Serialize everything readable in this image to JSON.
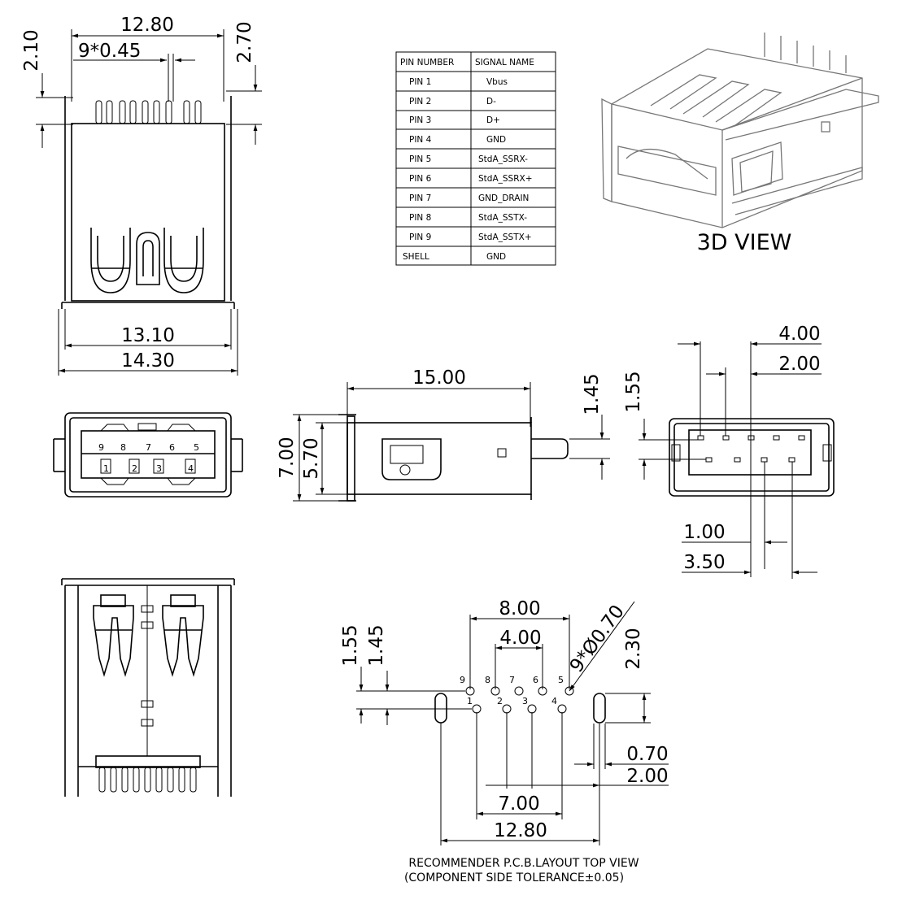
{
  "pin_table": {
    "headers": [
      "PIN NUMBER",
      "SIGNAL NAME"
    ],
    "rows": [
      [
        "PIN 1",
        "Vbus"
      ],
      [
        "PIN 2",
        "D-"
      ],
      [
        "PIN 3",
        "D+"
      ],
      [
        "PIN 4",
        "GND"
      ],
      [
        "PIN 5",
        "StdA_SSRX-"
      ],
      [
        "PIN 6",
        "StdA_SSRX+"
      ],
      [
        "PIN 7",
        "GND_DRAIN"
      ],
      [
        "PIN 8",
        "StdA_SSTX-"
      ],
      [
        "PIN 9",
        "StdA_SSTX+"
      ],
      [
        "SHELL",
        "GND"
      ]
    ]
  },
  "view_3d_label": "3D VIEW",
  "top_view": {
    "dim_width": "12.80",
    "dim_pitch": "9*0.45",
    "dim_left_height": "2.10",
    "dim_right_height": "2.70",
    "dim_inner_width": "13.10",
    "dim_outer_width": "14.30"
  },
  "front_view": {
    "pins_top": [
      "9",
      "8",
      "7",
      "6",
      "5"
    ],
    "pins_bottom": [
      "1",
      "2",
      "3",
      "4"
    ]
  },
  "side_view": {
    "dim_length": "15.00",
    "dim_height": "7.00",
    "dim_inner_height": "5.70",
    "dim_pin": "1.45"
  },
  "rear_view": {
    "dim_a": "4.00",
    "dim_b": "2.00",
    "dim_c": "1.55",
    "dim_d": "1.00",
    "dim_e": "3.50"
  },
  "pcb_layout": {
    "dim_top": "8.00",
    "dim_inner": "4.00",
    "dim_hole": "9*Ø0.70",
    "dim_row_offset": "2.30",
    "dim_left_a": "1.55",
    "dim_left_b": "1.45",
    "dim_slot_width": "0.70",
    "dim_slot_offset": "2.00",
    "dim_pin_span": "7.00",
    "dim_total": "12.80",
    "holes_top": [
      "9",
      "8",
      "7",
      "6",
      "5"
    ],
    "holes_bottom": [
      "1",
      "2",
      "3",
      "4"
    ],
    "caption_line1": "RECOMMENDER P.C.B.LAYOUT TOP VIEW",
    "caption_line2": "(COMPONENT SIDE TOLERANCE±0.05)"
  }
}
